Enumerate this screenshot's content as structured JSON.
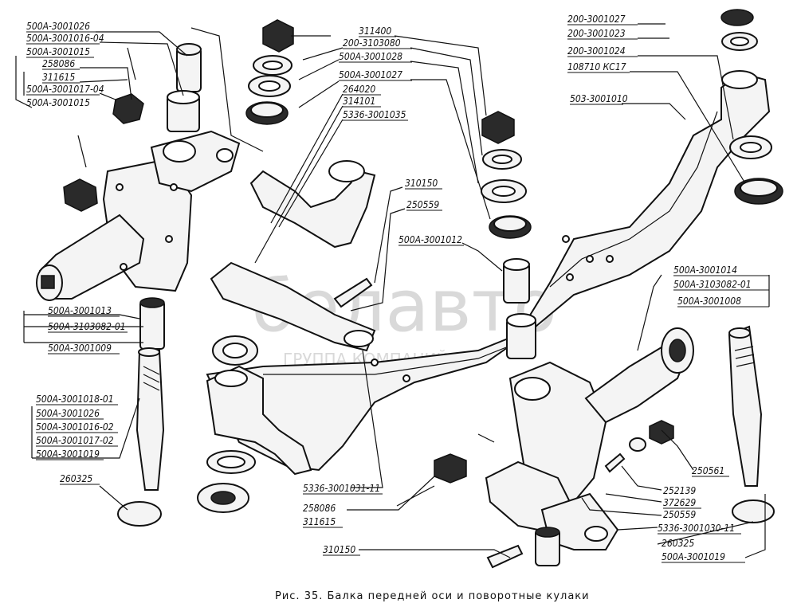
{
  "caption": "Рис. 35. Балка передней оси и поворотные кулаки",
  "watermark": {
    "main": "белавто",
    "sub": "ГРУППА КОМПАНИЙ"
  },
  "labels": {
    "top_left": [
      "500А-3001026",
      "500А-3001016-04",
      "500А-3001015",
      "258086",
      "311615",
      "500А-3001017-04",
      "500А-3001015"
    ],
    "mid_left": [
      "500А-3001013",
      "500А-3103082-01",
      "500А-3001009"
    ],
    "bottom_left": [
      "500А-3001018-01",
      "500А-3001026",
      "500А-3001016-02",
      "500А-3001017-02",
      "500А-3001019",
      "260325"
    ],
    "top_center": [
      "311400",
      "200-3103080",
      "500А-3001028",
      "500А-3001027",
      "264020",
      "314101",
      "5336-3001035"
    ],
    "center": [
      "310150",
      "250559",
      "500А-3001012"
    ],
    "top_right": [
      "200-3001027",
      "200-3001023",
      "200-3001024",
      "108710 КС17",
      "503-3001010"
    ],
    "right_mid": [
      "500А-3001014",
      "500А-3103082-01",
      "500А-3001008"
    ],
    "bottom_center": [
      "5336-3001031-11",
      "258086",
      "311615",
      "310150"
    ],
    "bottom_right": [
      "250561",
      "252139",
      "372629",
      "250559",
      "5336-3001030-11",
      "260325",
      "500А-3001019"
    ]
  }
}
